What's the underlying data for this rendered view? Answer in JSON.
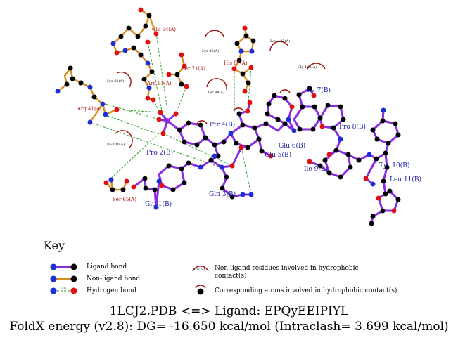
{
  "ligand_labels": [
    {
      "id": "glu1",
      "text": "Glu 1(B)"
    },
    {
      "id": "pro2",
      "text": "Pro 2(B)"
    },
    {
      "id": "gln3",
      "text": "Gln 3(B)"
    },
    {
      "id": "ptr4",
      "text": "Ptr 4(B)"
    },
    {
      "id": "glu5",
      "text": "Glu 5(B)"
    },
    {
      "id": "glu6",
      "text": "Glu 6(B)"
    },
    {
      "id": "ile7",
      "text": "Ile 7(B)"
    },
    {
      "id": "pro8",
      "text": "Pro 8(B)"
    },
    {
      "id": "ile9",
      "text": "Ile 9(B)"
    },
    {
      "id": "tyr10",
      "text": "Tyr 10(B)"
    },
    {
      "id": "leu11",
      "text": "Leu 11(B)"
    }
  ],
  "residue_labels": [
    {
      "id": "glu64",
      "text": "Glu 64(A)"
    },
    {
      "id": "ser71",
      "text": "Ser 71(A)"
    },
    {
      "id": "arg61",
      "text": "Arg 61(A)"
    },
    {
      "id": "arg41",
      "text": "Arg 41(A)"
    },
    {
      "id": "his87",
      "text": "His 87(A)"
    },
    {
      "id": "ser65",
      "text": "Ser 65(A)"
    }
  ],
  "hydrophobic_labels": [
    {
      "id": "lys86",
      "text": "Lys 86(A)"
    },
    {
      "id": "leu123",
      "text": "Leu 123(A)"
    },
    {
      "id": "gly122",
      "text": "Gly 122(A)"
    },
    {
      "id": "lys60",
      "text": "Lys 60(A)"
    },
    {
      "id": "tyr88",
      "text": "Tyr 88(A)"
    },
    {
      "id": "ile100",
      "text": "Ile 100(A)"
    }
  ],
  "key": {
    "title": "Key",
    "ligand_bond": "Ligand bond",
    "non_ligand_bond": "Non-ligand bond",
    "hydrogen_bond": "Hydrogen bond",
    "hydrogen_bond_length": "3.0",
    "example_residue": "His 53",
    "hydrophobic_residues": "Non-ligand residues involved in hydrophobic contact(s)",
    "hydrophobic_atoms": "Corresponding atoms involved in hydrophobic contact(s)"
  },
  "caption": {
    "line1": "1LCJ2.PDB <=> Ligand: EPQyEEIPIYL",
    "line2": "FoldX energy (v2.8): DG= -16.650 kcal/mol (Intraclash= 3.699 kcal/mol)"
  },
  "colors": {
    "ligand_bond": "#8a2be2",
    "non_ligand_bond": "#d98c20",
    "hbond": "#2ea02e",
    "carbon": "#000000",
    "nitrogen": "#1a2fd6",
    "oxygen": "#e01010",
    "phosphorus": "#8a2be2",
    "hydrophobic": "#a01010"
  }
}
